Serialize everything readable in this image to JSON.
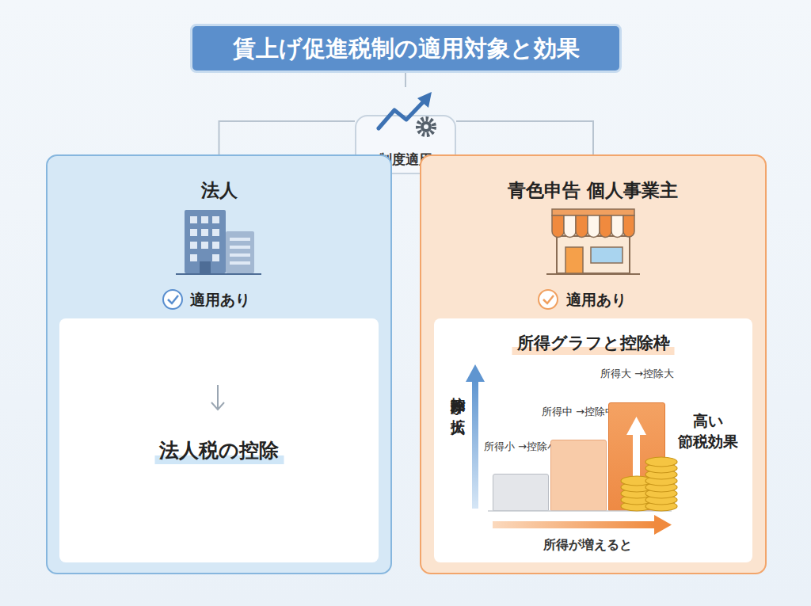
{
  "diagram": {
    "title": "賃上げ促進税制の適用対象と効果",
    "nodes": [
      {
        "text": [
          "制度適用"
        ]
      },
      {
        "text": [
          "法人",
          "適用あり"
        ]
      },
      {
        "text": [
          "法人税の控除"
        ],
        "in": 1
      },
      {
        "text": [
          "青色申告 個人事業主",
          "適用あり"
        ]
      },
      {
        "text": [
          "所得グラフと控除枠"
        ],
        "in": 3
      },
      {
        "text": [
          "所得小 →控除小"
        ],
        "in": 4
      },
      {
        "text": [
          "所得中 →控除中"
        ],
        "in": 4
      },
      {
        "text": [
          "所得大 →控除大"
        ],
        "in": 4
      }
    ],
    "edges": [
      {
        "from": 0,
        "to": 1,
        "arrow": "none"
      },
      {
        "from": 0,
        "to": 3,
        "arrow": "none"
      }
    ],
    "labels": [
      "控除枠が拡大",
      "高い 節税効果",
      "所得が増えると"
    ]
  }
}
